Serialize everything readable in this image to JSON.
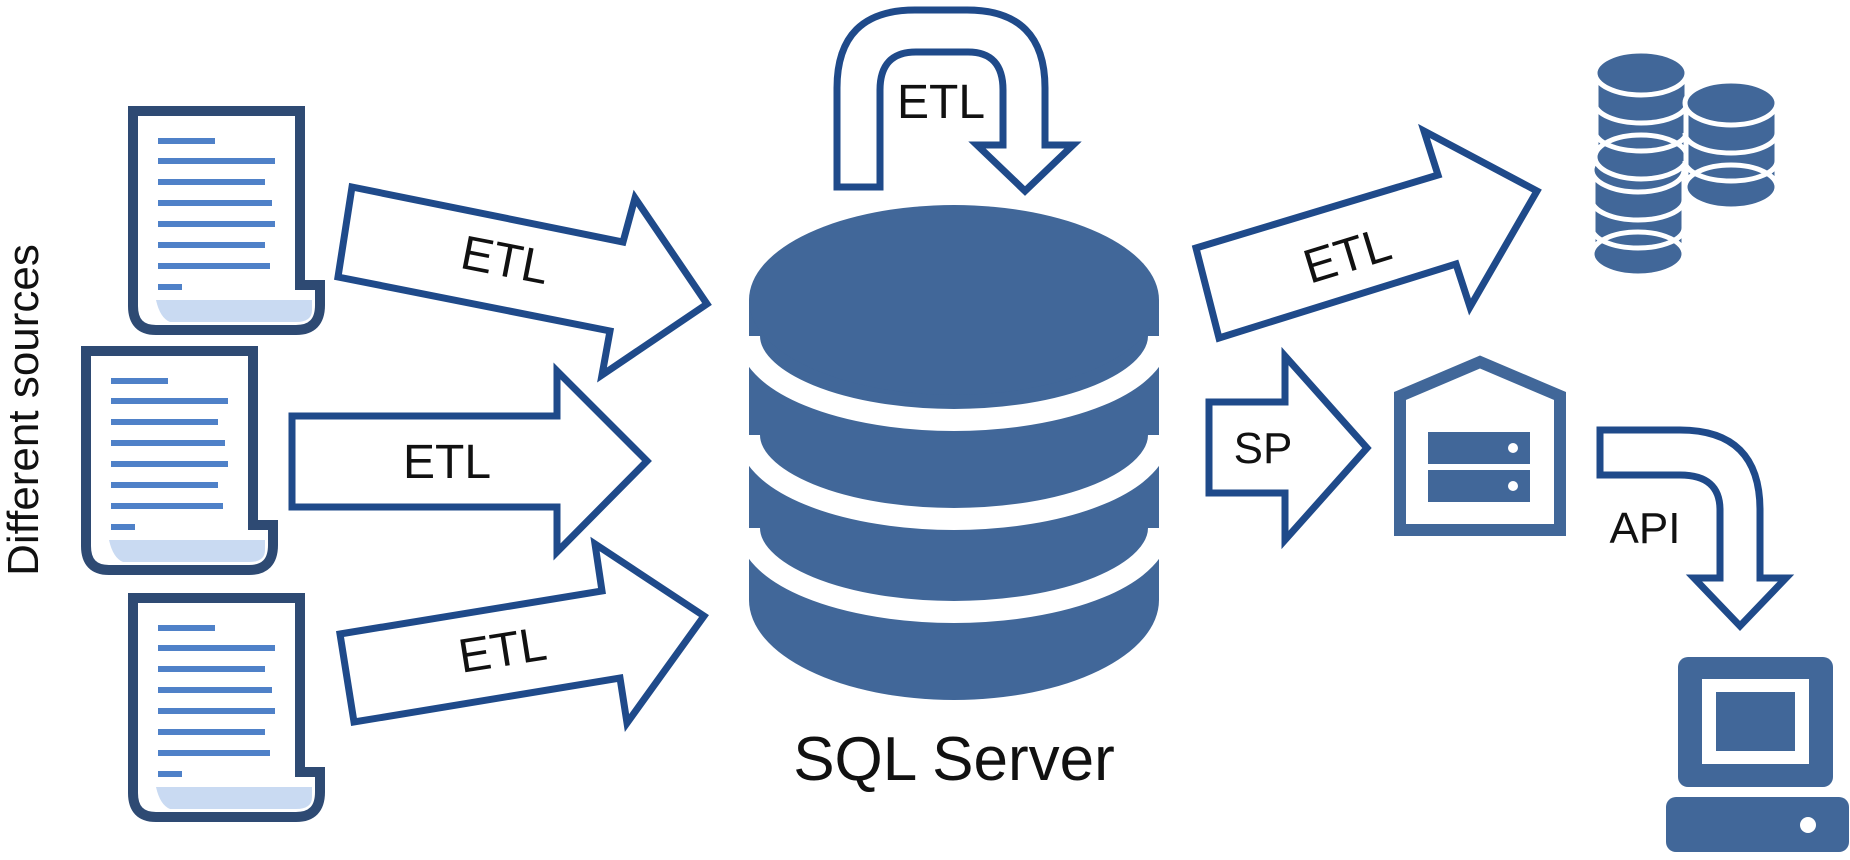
{
  "labels": {
    "sources": "Different sources",
    "server": "SQL Server",
    "etl_top": "ETL",
    "etl_in_1": "ETL",
    "etl_in_2": "ETL",
    "etl_in_3": "ETL",
    "etl_out": "ETL",
    "sp": "SP",
    "api": "API"
  },
  "icons": {
    "source_docs": "document-icon",
    "database": "database-icon",
    "databases": "database-cluster-icon",
    "server": "server-icon",
    "computer": "computer-icon"
  },
  "colors": {
    "fill": "#416799",
    "outline": "#1f4a8a",
    "doc_border": "#2e4a73",
    "doc_lines": "#4f81c8",
    "doc_fold": "#c9daf2",
    "text": "#111111"
  }
}
